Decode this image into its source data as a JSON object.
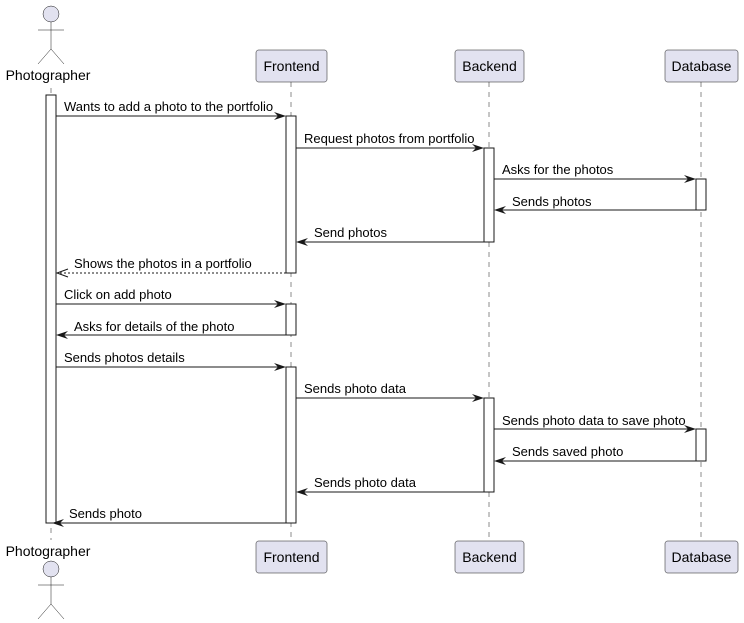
{
  "participants": {
    "photographer": "Photographer",
    "frontend": "Frontend",
    "backend": "Backend",
    "database": "Database"
  },
  "messages": [
    {
      "from": "photographer",
      "to": "frontend",
      "label": "Wants to add a photo to the portfolio",
      "style": "solid"
    },
    {
      "from": "frontend",
      "to": "backend",
      "label": "Request photos from portfolio",
      "style": "solid"
    },
    {
      "from": "backend",
      "to": "database",
      "label": "Asks for the photos",
      "style": "solid"
    },
    {
      "from": "database",
      "to": "backend",
      "label": "Sends photos",
      "style": "solid"
    },
    {
      "from": "backend",
      "to": "frontend",
      "label": "Send photos",
      "style": "solid"
    },
    {
      "from": "frontend",
      "to": "photographer",
      "label": "Shows the photos in a portfolio",
      "style": "dashed"
    },
    {
      "from": "photographer",
      "to": "frontend",
      "label": "Click on add photo",
      "style": "solid"
    },
    {
      "from": "frontend",
      "to": "photographer",
      "label": "Asks for details of the photo",
      "style": "solid"
    },
    {
      "from": "photographer",
      "to": "frontend",
      "label": "Sends photos details",
      "style": "solid"
    },
    {
      "from": "frontend",
      "to": "backend",
      "label": "Sends photo data",
      "style": "solid"
    },
    {
      "from": "backend",
      "to": "database",
      "label": "Sends photo data to save photo",
      "style": "solid"
    },
    {
      "from": "database",
      "to": "backend",
      "label": "Sends saved photo",
      "style": "solid"
    },
    {
      "from": "backend",
      "to": "frontend",
      "label": "Sends photo data",
      "style": "solid"
    },
    {
      "from": "frontend",
      "to": "photographer",
      "label": "Sends photo",
      "style": "solid"
    }
  ]
}
